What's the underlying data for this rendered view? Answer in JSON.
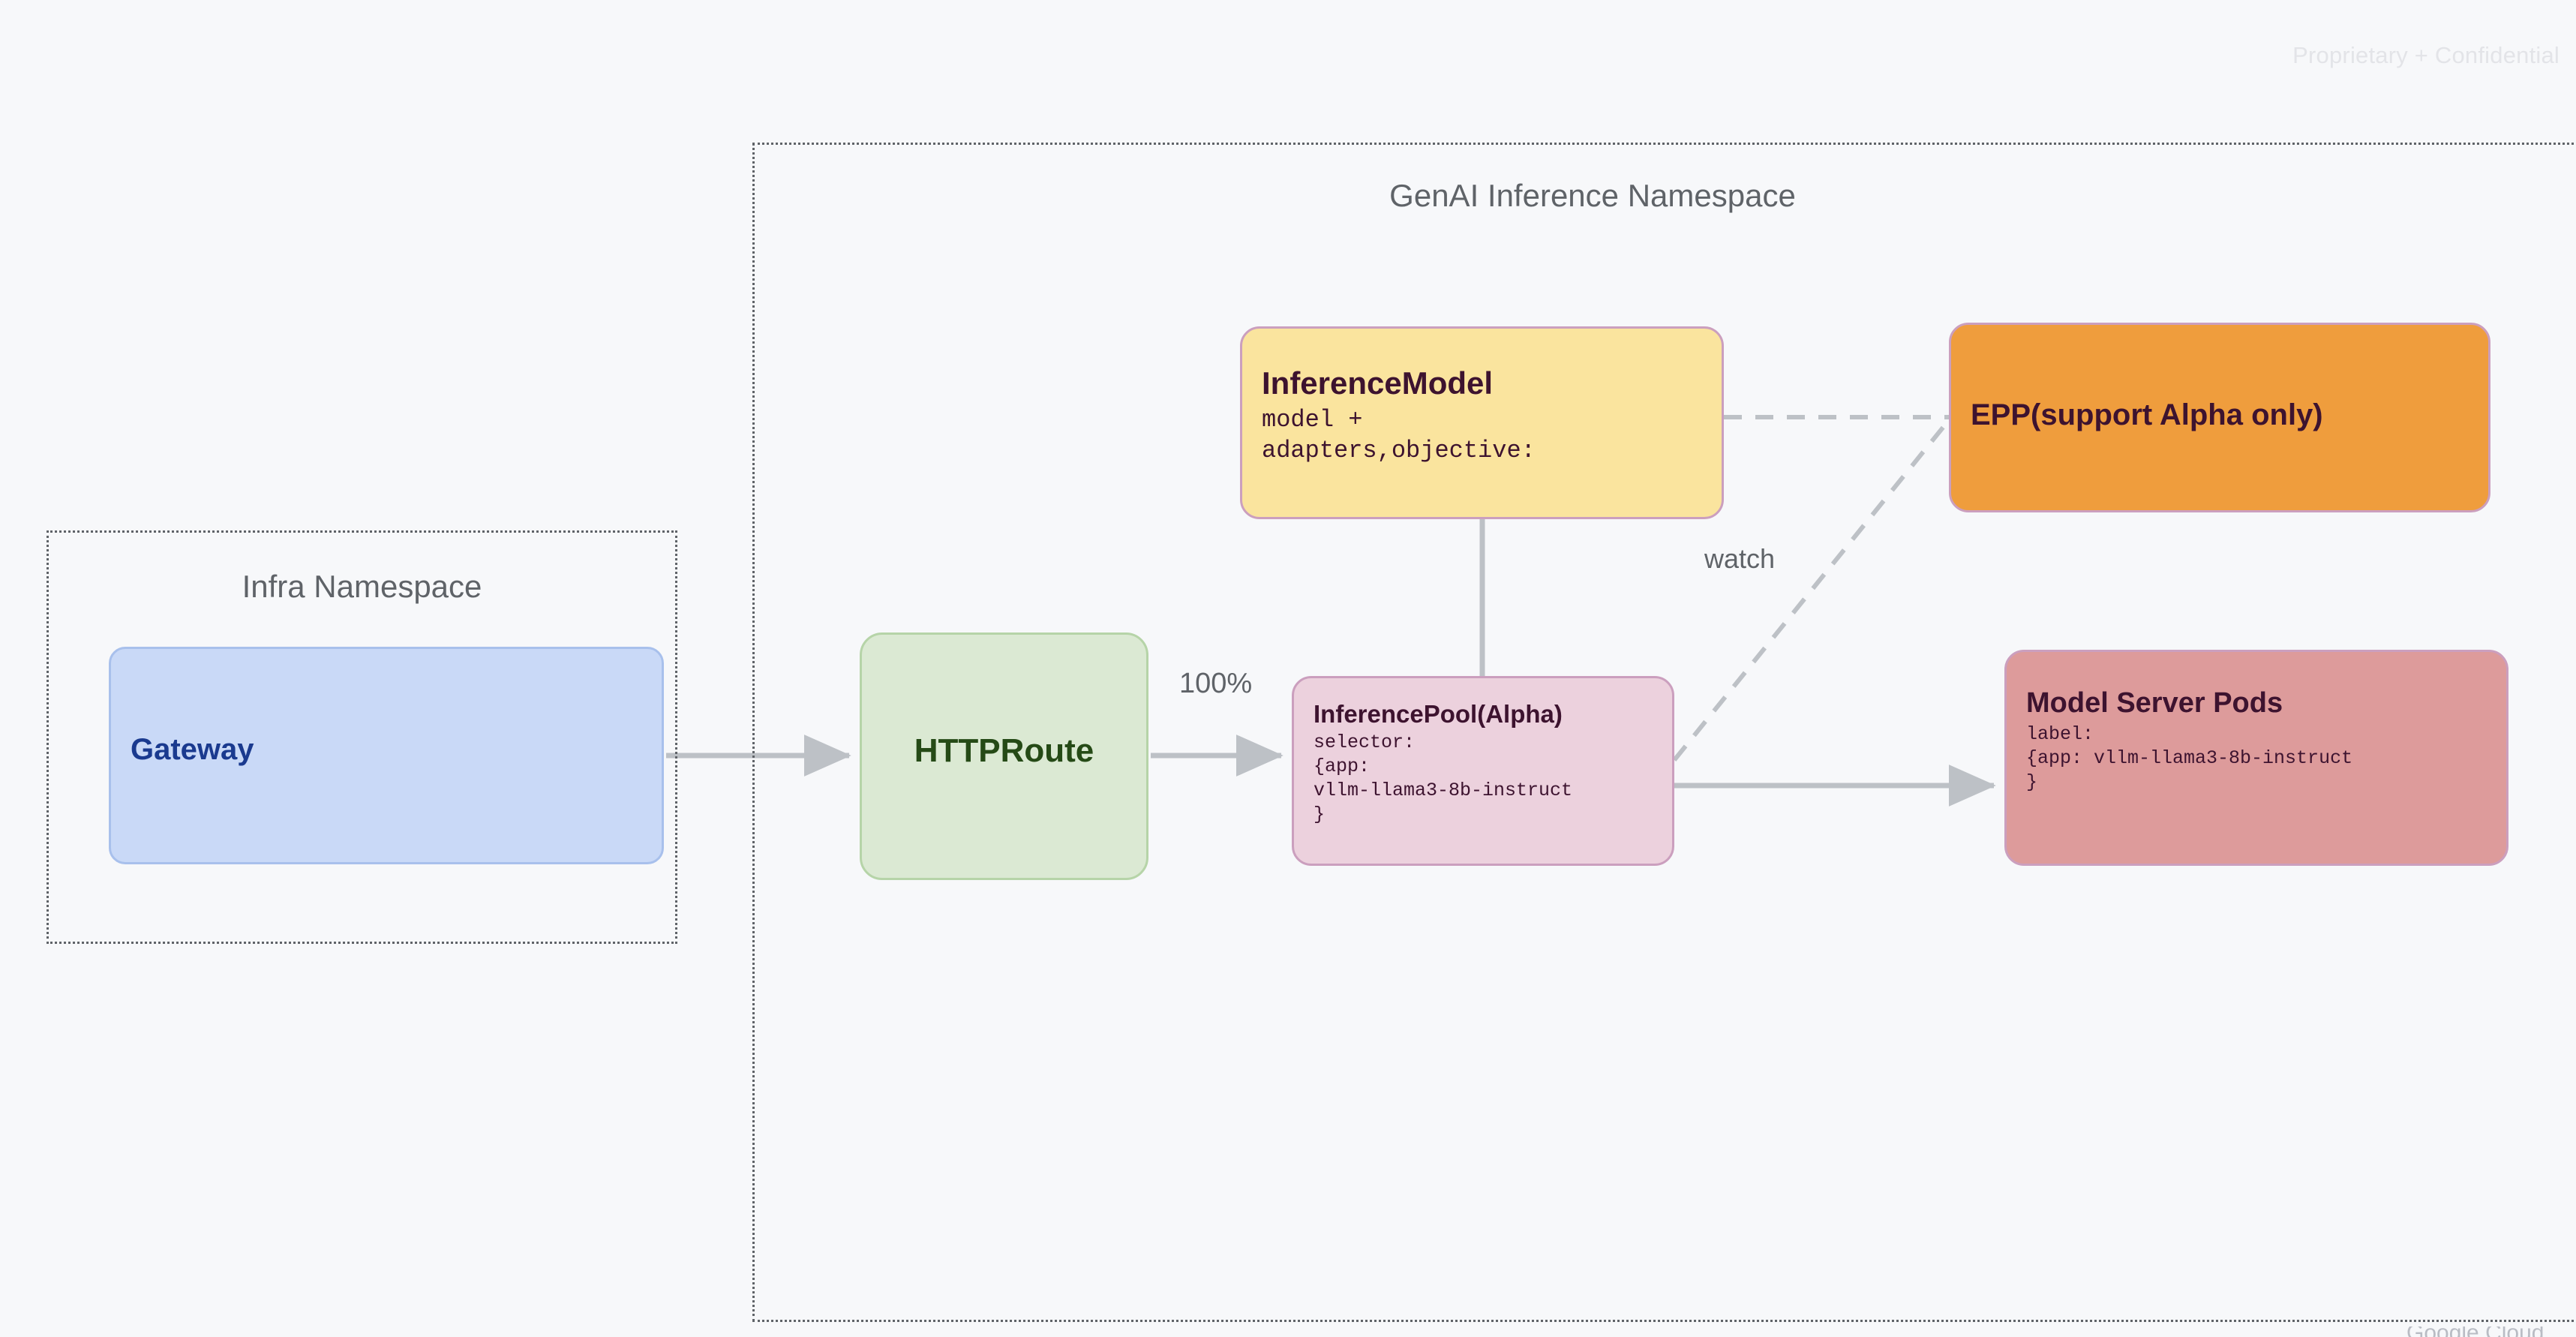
{
  "page": {
    "watermark": "Proprietary + Confidential",
    "background_color": "#f7f8fa",
    "bottom_artifact_text": "Google Cloud"
  },
  "namespaces": [
    {
      "id": "infra",
      "title": "Infra Namespace",
      "border_style": "dotted",
      "border_color": "#5f6368"
    },
    {
      "id": "genai",
      "title": "GenAI Inference Namespace",
      "border_style": "dotted",
      "border_color": "#5f6368"
    }
  ],
  "nodes": {
    "gateway": {
      "title": "Gateway",
      "subtitle": "",
      "fill": "#c9d9f7",
      "stroke": "#a8c0ec",
      "text_color": "#1a3a8f"
    },
    "httproute": {
      "title": "HTTPRoute",
      "subtitle": "",
      "fill": "#dbe9d3",
      "stroke": "#b6d4a8",
      "text_color": "#254a16"
    },
    "inferencemodel": {
      "title": "InferenceModel",
      "subtitle": "model +\nadapters,objective:",
      "fill": "#fae49e",
      "stroke": "#cb9fbe",
      "text_color": "#3d132f"
    },
    "inferencepool": {
      "title": "InferencePool(Alpha)",
      "subtitle": "selector:\n{app:\nvllm-llama3-8b-instruct\n}",
      "fill": "#ecd1dd",
      "stroke": "#cb9fbe",
      "text_color": "#3d132f"
    },
    "epp": {
      "title": "EPP(support Alpha only)",
      "subtitle": "",
      "fill": "#ef9d3d",
      "stroke": "#cb9fbe",
      "text_color": "#3d132f"
    },
    "modelserverpods": {
      "title": "Model Server Pods",
      "subtitle": "label:\n{app: vllm-llama3-8b-instruct\n}",
      "fill": "#dd9b9b",
      "stroke": "#cb9fbe",
      "text_color": "#3d132f"
    }
  },
  "edges": {
    "gateway_to_httproute": {
      "label": "",
      "style": "solid",
      "arrow": true
    },
    "httproute_to_inferencepool": {
      "label": "100%",
      "style": "solid",
      "arrow": true
    },
    "inferencemodel_to_inferencepool": {
      "label": "",
      "style": "solid",
      "arrow": false
    },
    "inferencemodel_to_epp": {
      "label": "",
      "style": "dashed",
      "arrow": false
    },
    "inferencepool_to_epp": {
      "label": "watch",
      "style": "dashed",
      "arrow": false
    },
    "inferencepool_to_modelserverpods": {
      "label": "",
      "style": "solid",
      "arrow": true
    }
  },
  "colors": {
    "connector": "#bdc1c6",
    "namespace_border": "#5f6368",
    "namespace_label": "#5f6368",
    "watermark": "#e3e4e8"
  }
}
